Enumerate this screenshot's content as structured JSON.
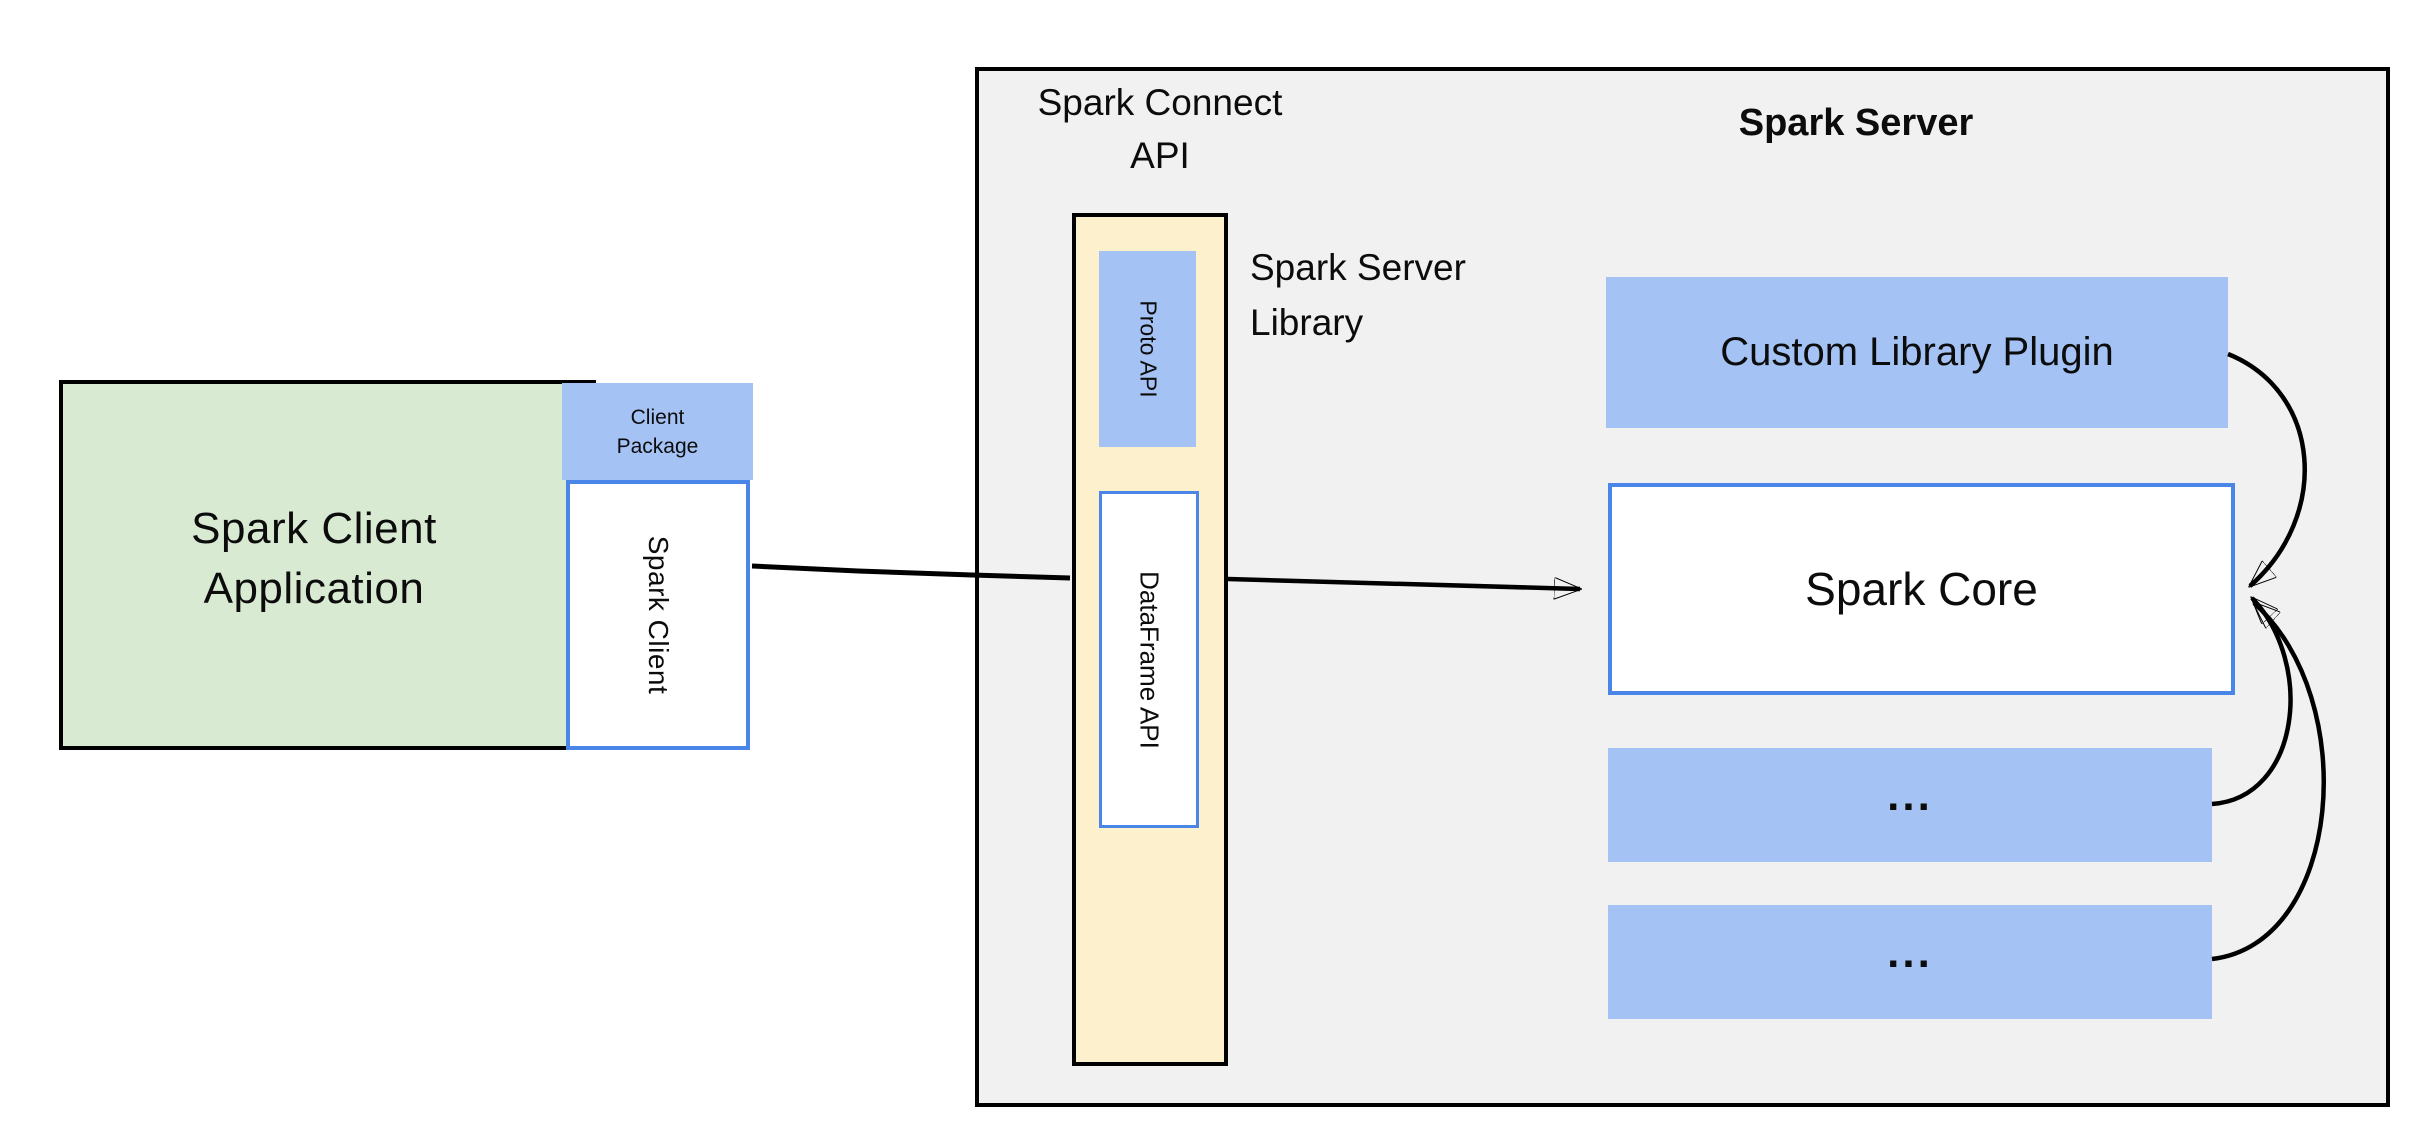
{
  "colors": {
    "page-bg": "#ffffff",
    "container-fill": "#f1f1f2",
    "container-border": "#000000",
    "green-fill": "#d9ead3",
    "blue-fill": "#a4c2f4",
    "blue-border": "#4a86e8",
    "yellow-fill": "#fdf0cc",
    "arrow-color": "#000000",
    "text-color": "#0c0c0c"
  },
  "client_application": {
    "lines": [
      "Spark Client",
      "Application"
    ]
  },
  "client_package": {
    "lines": [
      "Client",
      "Package"
    ]
  },
  "spark_client": {
    "label": "Spark Client"
  },
  "spark_connect_api": {
    "lines": [
      "Spark Connect",
      "API"
    ]
  },
  "spark_server": {
    "title": "Spark Server"
  },
  "spark_server_library": {
    "lines": [
      "Spark Server",
      "Library"
    ]
  },
  "proto_api": {
    "label": "Proto API"
  },
  "dataframe_api": {
    "label": "DataFrame API"
  },
  "custom_library_plugin": {
    "label": "Custom Library Plugin"
  },
  "spark_core": {
    "label": "Spark Core"
  },
  "plugin_placeholder_1": {
    "label": "..."
  },
  "plugin_placeholder_2": {
    "label": "..."
  }
}
